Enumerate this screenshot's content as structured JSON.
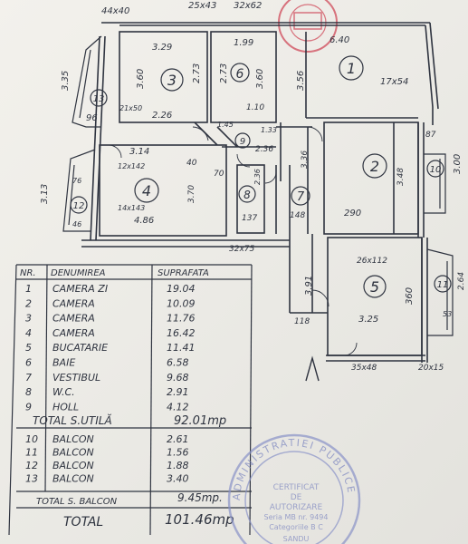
{
  "dimensions": {
    "d_44x40": "44x40",
    "d_25x43": "25x43",
    "d_32x62": "32x62",
    "d_640": "6.40",
    "d_329": "3.29",
    "d_199": "1.99",
    "d_335": "3.35",
    "d_360a": "3.60",
    "d_273": "2.73",
    "d_273b": "2.73",
    "d_360b": "3.60",
    "d_356": "3.56",
    "d_17x54": "17x54",
    "d_21x50": "21x50",
    "d_226": "2.26",
    "d_96": "96",
    "d_110": "1.10",
    "d_145": "1.45",
    "d_133": "1.33",
    "d_236": "2.36",
    "d_87": "87",
    "d_300": "3.00",
    "d_314": "3.14",
    "d_12x142": "12x142",
    "d_40": "40",
    "d_70": "70",
    "d_236b": "2.36",
    "d_336": "3.36",
    "d_348": "3.48",
    "d_313": "3.13",
    "d_76": "76",
    "d_370": "3.70",
    "d_14x143": "14x143",
    "d_486": "4.86",
    "d_46": "46",
    "d_137": "137",
    "d_148": "148",
    "d_290": "290",
    "d_32x75": "32x75",
    "d_26x112": "26x112",
    "d_264": "2.64",
    "d_391": "3.91",
    "d_360c": "360",
    "d_118": "118",
    "d_325": "3.25",
    "d_53": "53",
    "d_35x48": "35x48",
    "d_20x15": "20x15"
  },
  "rooms": [
    "1",
    "2",
    "3",
    "4",
    "5",
    "6",
    "7",
    "8",
    "9",
    "10",
    "11",
    "12",
    "13"
  ],
  "table": {
    "headers": {
      "nr": "NR.",
      "name": "DENUMIREA",
      "area": "SUPRAFATA"
    },
    "rows": [
      {
        "nr": "1",
        "name": "CAMERA ZI",
        "area": "19.04"
      },
      {
        "nr": "2",
        "name": "CAMERA",
        "area": "10.09"
      },
      {
        "nr": "3",
        "name": "CAMERA",
        "area": "11.76"
      },
      {
        "nr": "4",
        "name": "CAMERA",
        "area": "16.42"
      },
      {
        "nr": "5",
        "name": "BUCATARIE",
        "area": "11.41"
      },
      {
        "nr": "6",
        "name": "BAIE",
        "area": "6.58"
      },
      {
        "nr": "7",
        "name": "VESTIBUL",
        "area": "9.68"
      },
      {
        "nr": "8",
        "name": "W.C.",
        "area": "2.91"
      },
      {
        "nr": "9",
        "name": "HOLL",
        "area": "4.12"
      }
    ],
    "total_util": {
      "label": "TOTAL S.UTILĂ",
      "value": "92.01mp"
    },
    "balcony_rows": [
      {
        "nr": "10",
        "name": "BALCON",
        "area": "2.61"
      },
      {
        "nr": "11",
        "name": "BALCON",
        "area": "1.56"
      },
      {
        "nr": "12",
        "name": "BALCON",
        "area": "1.88"
      },
      {
        "nr": "13",
        "name": "BALCON",
        "area": "3.40"
      }
    ],
    "total_balcon": {
      "label": "TOTAL S. BALCON",
      "value": "9.45mp."
    },
    "total": {
      "label": "TOTAL",
      "value": "101.46mp"
    }
  },
  "stamp": {
    "ring": "ADMINISTRATIEI PUBLICE",
    "line1": "CERTIFICAT",
    "line2": "DE",
    "line3": "AUTORIZARE",
    "line4": "Seria MB nr. 9494",
    "line5": "Categoriile B C",
    "line6": "SANDU"
  },
  "colors": {
    "ink": "#2f3440",
    "stamp_blue": "#8a93c8",
    "stamp_red": "#d04a5a",
    "paper": "#f0eee9"
  }
}
